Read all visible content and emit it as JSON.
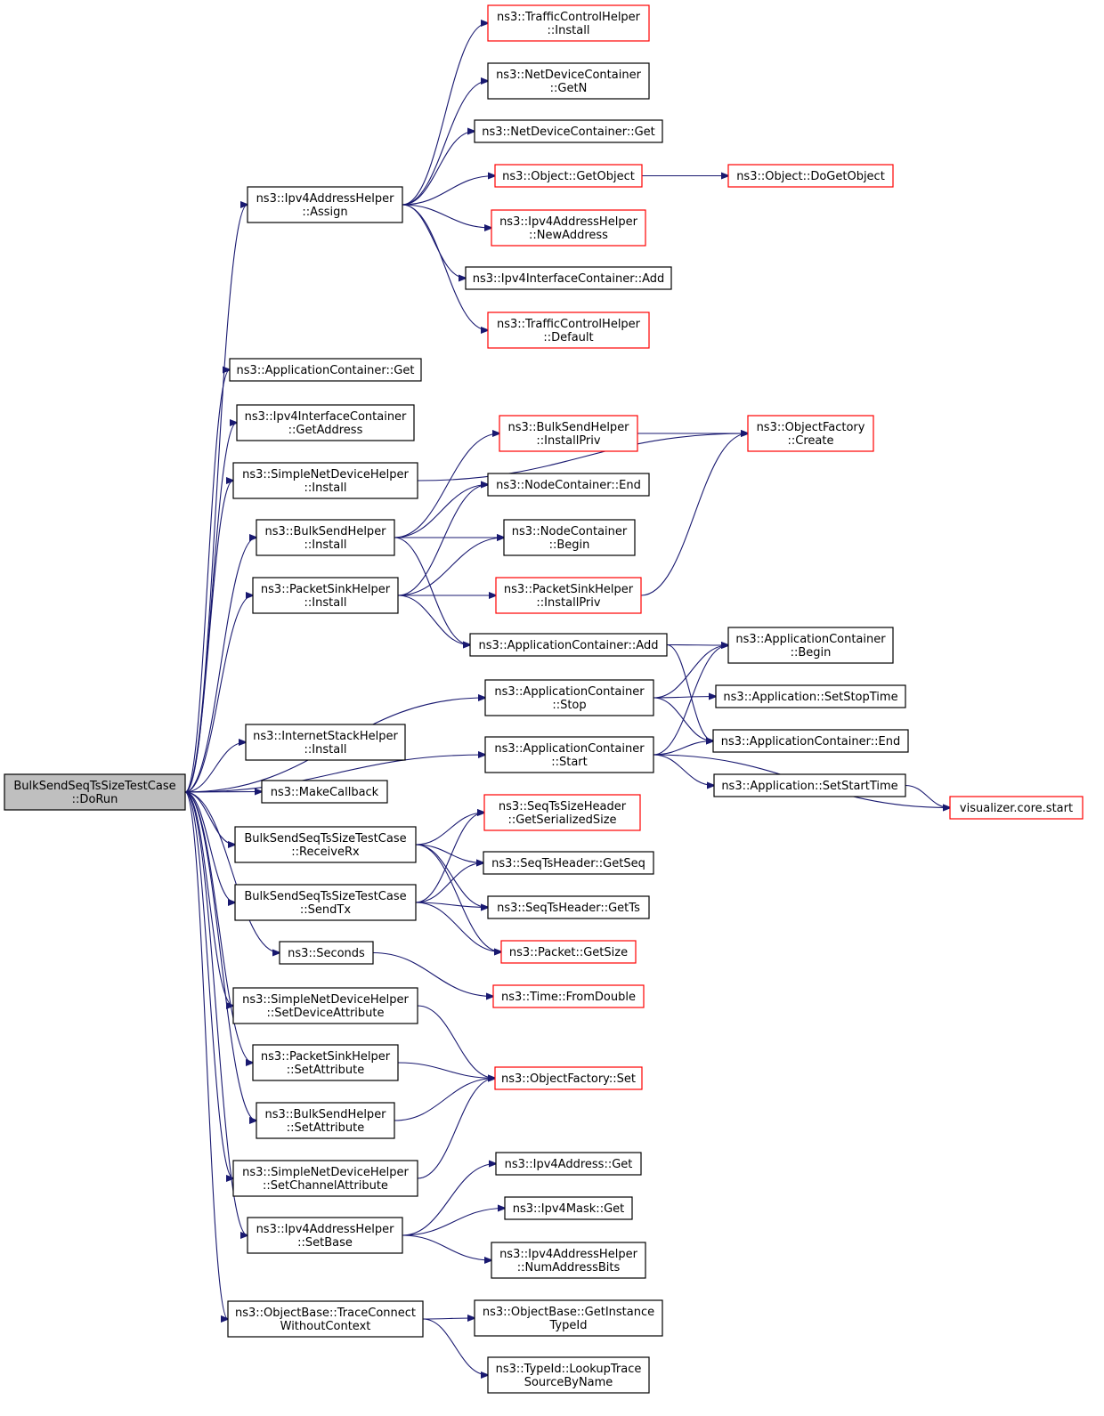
{
  "colors": {
    "edge": "#191970",
    "root_fill": "#bfbfbf",
    "normal_border": "#000000",
    "truncated_border": "#ff0000"
  },
  "nodes": {
    "root": {
      "lines": [
        "BulkSendSeqTsSizeTestCase",
        "::DoRun"
      ],
      "style": "root"
    },
    "ipv4_assign": {
      "lines": [
        "ns3::Ipv4AddressHelper",
        "::Assign"
      ],
      "style": "normal"
    },
    "app_get": {
      "lines": [
        "ns3::ApplicationContainer::Get"
      ],
      "style": "normal"
    },
    "ipv4ic_getaddress": {
      "lines": [
        "ns3::Ipv4InterfaceContainer",
        "::GetAddress"
      ],
      "style": "normal"
    },
    "snd_install": {
      "lines": [
        "ns3::SimpleNetDeviceHelper",
        "::Install"
      ],
      "style": "normal"
    },
    "bsh_install": {
      "lines": [
        "ns3::BulkSendHelper",
        "::Install"
      ],
      "style": "normal"
    },
    "psh_install": {
      "lines": [
        "ns3::PacketSinkHelper",
        "::Install"
      ],
      "style": "normal"
    },
    "ish_install": {
      "lines": [
        "ns3::InternetStackHelper",
        "::Install"
      ],
      "style": "normal"
    },
    "make_callback": {
      "lines": [
        "ns3::MakeCallback"
      ],
      "style": "normal"
    },
    "receive_rx": {
      "lines": [
        "BulkSendSeqTsSizeTestCase",
        "::ReceiveRx"
      ],
      "style": "normal"
    },
    "send_tx": {
      "lines": [
        "BulkSendSeqTsSizeTestCase",
        "::SendTx"
      ],
      "style": "normal"
    },
    "seconds": {
      "lines": [
        "ns3::Seconds"
      ],
      "style": "normal"
    },
    "snd_setdevattr": {
      "lines": [
        "ns3::SimpleNetDeviceHelper",
        "::SetDeviceAttribute"
      ],
      "style": "normal"
    },
    "psh_setattr": {
      "lines": [
        "ns3::PacketSinkHelper",
        "::SetAttribute"
      ],
      "style": "normal"
    },
    "bsh_setattr": {
      "lines": [
        "ns3::BulkSendHelper",
        "::SetAttribute"
      ],
      "style": "normal"
    },
    "snd_setchanattr": {
      "lines": [
        "ns3::SimpleNetDeviceHelper",
        "::SetChannelAttribute"
      ],
      "style": "normal"
    },
    "ipv4_setbase": {
      "lines": [
        "ns3::Ipv4AddressHelper",
        "::SetBase"
      ],
      "style": "normal"
    },
    "trace_connect": {
      "lines": [
        "ns3::ObjectBase::TraceConnect",
        "WithoutContext"
      ],
      "style": "normal"
    },
    "tch_install": {
      "lines": [
        "ns3::TrafficControlHelper",
        "::Install"
      ],
      "style": "red"
    },
    "ndc_getn": {
      "lines": [
        "ns3::NetDeviceContainer",
        "::GetN"
      ],
      "style": "normal"
    },
    "ndc_get": {
      "lines": [
        "ns3::NetDeviceContainer::Get"
      ],
      "style": "normal"
    },
    "obj_getobject": {
      "lines": [
        "ns3::Object::GetObject"
      ],
      "style": "red"
    },
    "obj_dogetobject": {
      "lines": [
        "ns3::Object::DoGetObject"
      ],
      "style": "red"
    },
    "ipv4_newaddress": {
      "lines": [
        "ns3::Ipv4AddressHelper",
        "::NewAddress"
      ],
      "style": "red"
    },
    "ipv4ic_add": {
      "lines": [
        "ns3::Ipv4InterfaceContainer::Add"
      ],
      "style": "normal"
    },
    "tch_default": {
      "lines": [
        "ns3::TrafficControlHelper",
        "::Default"
      ],
      "style": "red"
    },
    "bsh_installpriv": {
      "lines": [
        "ns3::BulkSendHelper",
        "::InstallPriv"
      ],
      "style": "red"
    },
    "of_create": {
      "lines": [
        "ns3::ObjectFactory",
        "::Create"
      ],
      "style": "red"
    },
    "nc_end": {
      "lines": [
        "ns3::NodeContainer::End"
      ],
      "style": "normal"
    },
    "nc_begin": {
      "lines": [
        "ns3::NodeContainer",
        "::Begin"
      ],
      "style": "normal"
    },
    "psh_installpriv": {
      "lines": [
        "ns3::PacketSinkHelper",
        "::InstallPriv"
      ],
      "style": "red"
    },
    "ac_add": {
      "lines": [
        "ns3::ApplicationContainer::Add"
      ],
      "style": "normal"
    },
    "ac_begin": {
      "lines": [
        "ns3::ApplicationContainer",
        "::Begin"
      ],
      "style": "normal"
    },
    "ac_stop": {
      "lines": [
        "ns3::ApplicationContainer",
        "::Stop"
      ],
      "style": "normal"
    },
    "app_setstoptime": {
      "lines": [
        "ns3::Application::SetStopTime"
      ],
      "style": "normal"
    },
    "ac_start": {
      "lines": [
        "ns3::ApplicationContainer",
        "::Start"
      ],
      "style": "normal"
    },
    "ac_end": {
      "lines": [
        "ns3::ApplicationContainer::End"
      ],
      "style": "normal"
    },
    "app_setstarttime": {
      "lines": [
        "ns3::Application::SetStartTime"
      ],
      "style": "normal"
    },
    "viz_start": {
      "lines": [
        "visualizer.core.start"
      ],
      "style": "red"
    },
    "sts_getsersize": {
      "lines": [
        "ns3::SeqTsSizeHeader",
        "::GetSerializedSize"
      ],
      "style": "red"
    },
    "st_getseq": {
      "lines": [
        "ns3::SeqTsHeader::GetSeq"
      ],
      "style": "normal"
    },
    "st_getts": {
      "lines": [
        "ns3::SeqTsHeader::GetTs"
      ],
      "style": "normal"
    },
    "pkt_getsize": {
      "lines": [
        "ns3::Packet::GetSize"
      ],
      "style": "red"
    },
    "time_fromdouble": {
      "lines": [
        "ns3::Time::FromDouble"
      ],
      "style": "red"
    },
    "of_set": {
      "lines": [
        "ns3::ObjectFactory::Set"
      ],
      "style": "red"
    },
    "ipv4addr_get": {
      "lines": [
        "ns3::Ipv4Address::Get"
      ],
      "style": "normal"
    },
    "ipv4mask_get": {
      "lines": [
        "ns3::Ipv4Mask::Get"
      ],
      "style": "normal"
    },
    "ipv4_numaddrbits": {
      "lines": [
        "ns3::Ipv4AddressHelper",
        "::NumAddressBits"
      ],
      "style": "normal"
    },
    "ob_getinstancetypeid": {
      "lines": [
        "ns3::ObjectBase::GetInstance",
        "TypeId"
      ],
      "style": "normal"
    },
    "typeid_lookup": {
      "lines": [
        "ns3::TypeId::LookupTrace",
        "SourceByName"
      ],
      "style": "normal"
    }
  },
  "edges": [
    [
      "root",
      "ipv4_assign"
    ],
    [
      "root",
      "app_get"
    ],
    [
      "root",
      "ipv4ic_getaddress"
    ],
    [
      "root",
      "snd_install"
    ],
    [
      "root",
      "bsh_install"
    ],
    [
      "root",
      "psh_install"
    ],
    [
      "root",
      "ac_stop"
    ],
    [
      "root",
      "ac_start"
    ],
    [
      "root",
      "ish_install"
    ],
    [
      "root",
      "make_callback"
    ],
    [
      "root",
      "receive_rx"
    ],
    [
      "root",
      "send_tx"
    ],
    [
      "root",
      "seconds"
    ],
    [
      "root",
      "snd_setdevattr"
    ],
    [
      "root",
      "psh_setattr"
    ],
    [
      "root",
      "bsh_setattr"
    ],
    [
      "root",
      "snd_setchanattr"
    ],
    [
      "root",
      "ipv4_setbase"
    ],
    [
      "root",
      "trace_connect"
    ],
    [
      "ipv4_assign",
      "tch_install"
    ],
    [
      "ipv4_assign",
      "ndc_getn"
    ],
    [
      "ipv4_assign",
      "ndc_get"
    ],
    [
      "ipv4_assign",
      "obj_getobject"
    ],
    [
      "ipv4_assign",
      "ipv4_newaddress"
    ],
    [
      "ipv4_assign",
      "ipv4ic_add"
    ],
    [
      "ipv4_assign",
      "tch_default"
    ],
    [
      "obj_getobject",
      "obj_dogetobject"
    ],
    [
      "snd_install",
      "of_create"
    ],
    [
      "bsh_install",
      "bsh_installpriv"
    ],
    [
      "bsh_install",
      "nc_end"
    ],
    [
      "bsh_install",
      "nc_begin"
    ],
    [
      "bsh_install",
      "ac_add"
    ],
    [
      "bsh_installpriv",
      "of_create"
    ],
    [
      "psh_install",
      "nc_end"
    ],
    [
      "psh_install",
      "nc_begin"
    ],
    [
      "psh_install",
      "psh_installpriv"
    ],
    [
      "psh_install",
      "ac_add"
    ],
    [
      "psh_installpriv",
      "of_create"
    ],
    [
      "ac_add",
      "ac_begin"
    ],
    [
      "ac_add",
      "ac_end"
    ],
    [
      "ac_stop",
      "ac_begin"
    ],
    [
      "ac_stop",
      "app_setstoptime"
    ],
    [
      "ac_stop",
      "ac_end"
    ],
    [
      "ac_start",
      "ac_begin"
    ],
    [
      "ac_start",
      "ac_end"
    ],
    [
      "ac_start",
      "app_setstarttime"
    ],
    [
      "ac_start",
      "viz_start"
    ],
    [
      "app_setstarttime",
      "viz_start"
    ],
    [
      "receive_rx",
      "sts_getsersize"
    ],
    [
      "receive_rx",
      "st_getseq"
    ],
    [
      "receive_rx",
      "st_getts"
    ],
    [
      "receive_rx",
      "pkt_getsize"
    ],
    [
      "send_tx",
      "sts_getsersize"
    ],
    [
      "send_tx",
      "st_getseq"
    ],
    [
      "send_tx",
      "st_getts"
    ],
    [
      "send_tx",
      "pkt_getsize"
    ],
    [
      "seconds",
      "time_fromdouble"
    ],
    [
      "snd_setdevattr",
      "of_set"
    ],
    [
      "psh_setattr",
      "of_set"
    ],
    [
      "bsh_setattr",
      "of_set"
    ],
    [
      "snd_setchanattr",
      "of_set"
    ],
    [
      "ipv4_setbase",
      "ipv4addr_get"
    ],
    [
      "ipv4_setbase",
      "ipv4mask_get"
    ],
    [
      "ipv4_setbase",
      "ipv4_numaddrbits"
    ],
    [
      "trace_connect",
      "ob_getinstancetypeid"
    ],
    [
      "trace_connect",
      "typeid_lookup"
    ]
  ]
}
